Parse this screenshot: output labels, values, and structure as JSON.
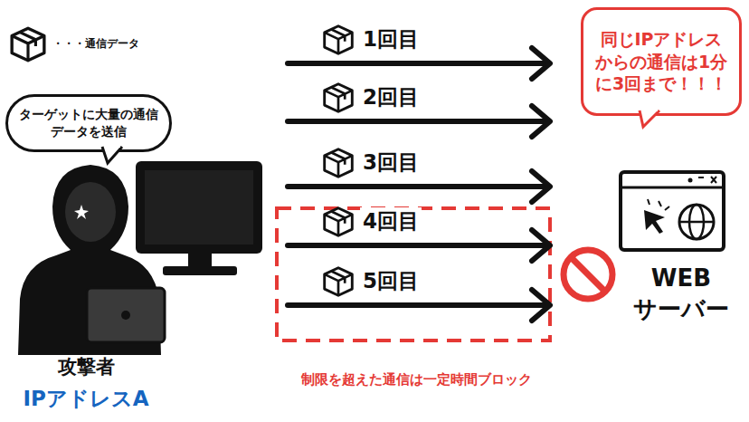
{
  "diagram": {
    "nodes": [
      {
        "text": [
          "ターゲットに大量の通信データを送信"
        ]
      },
      {
        "text": [
          "攻撃者",
          "IPアドレスA"
        ]
      },
      {
        "text": [
          "同じIPアドレスからの通信は1分に3回まで！！！"
        ]
      },
      {
        "text": [
          "WEB サーバー"
        ]
      }
    ],
    "edges": [
      {
        "from": 1,
        "to": 3,
        "label": "1回目",
        "arrow": "to"
      },
      {
        "from": 1,
        "to": 3,
        "label": "2回目",
        "arrow": "to"
      },
      {
        "from": 1,
        "to": 3,
        "label": "3回目",
        "arrow": "to"
      },
      {
        "from": 1,
        "to": 3,
        "label": "4回目",
        "arrow": "to"
      },
      {
        "from": 1,
        "to": 3,
        "label": "5回目",
        "arrow": "to"
      }
    ],
    "labels": [
      "制限を超えた通信は一定時間ブロック"
    ],
    "legend": [
      {
        "text": "・・・通信データ"
      }
    ]
  }
}
